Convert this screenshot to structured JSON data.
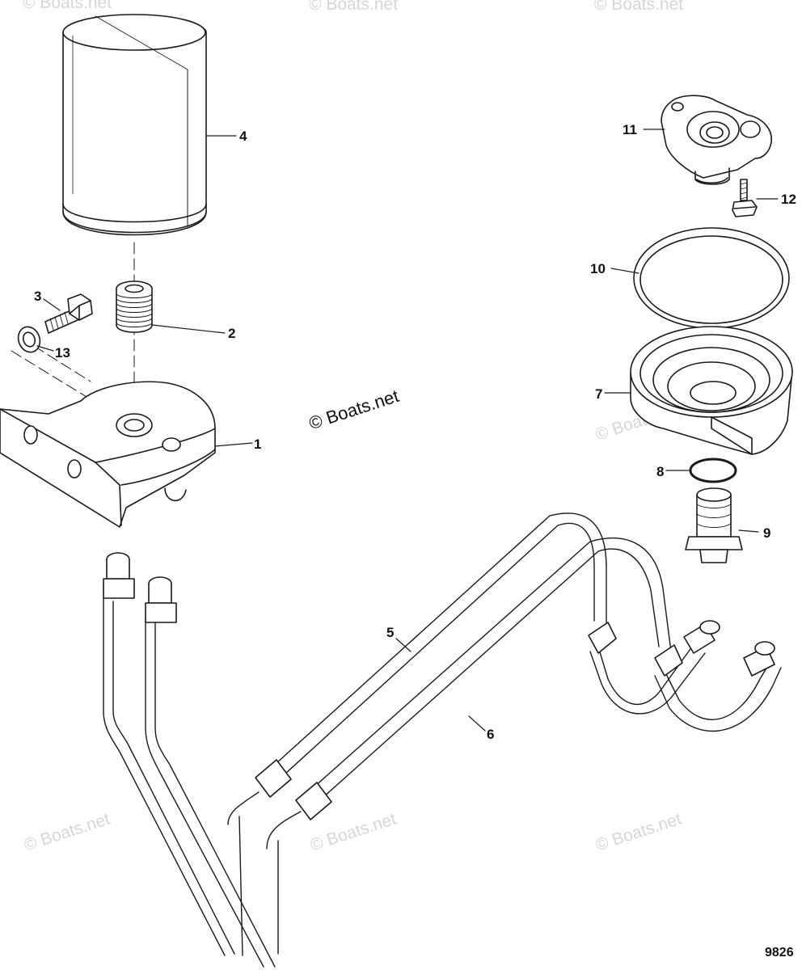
{
  "watermark": "© Boats.net",
  "figure_number": "9826",
  "callouts": {
    "c1": "1",
    "c2": "2",
    "c3": "3",
    "c4": "4",
    "c5": "5",
    "c6": "6",
    "c7": "7",
    "c8": "8",
    "c9": "9",
    "c10": "10",
    "c11": "11",
    "c12": "12",
    "c13": "13"
  },
  "parts": {
    "p1": "mounting-bracket-icon",
    "p2": "nipple-fitting-icon",
    "p3": "bolt-icon",
    "p4": "oil-filter-icon",
    "p5": "hose-icon",
    "p6": "hose-icon",
    "p7": "filter-adapter-icon",
    "p8": "o-ring-icon",
    "p9": "hose-fitting-icon",
    "p10": "seal-ring-icon",
    "p11": "adapter-plate-icon",
    "p12": "screw-icon",
    "p13": "washer-icon"
  },
  "colors": {
    "line": "#1a1a1a",
    "watermark": "#d6d6d6",
    "background": "#ffffff"
  }
}
